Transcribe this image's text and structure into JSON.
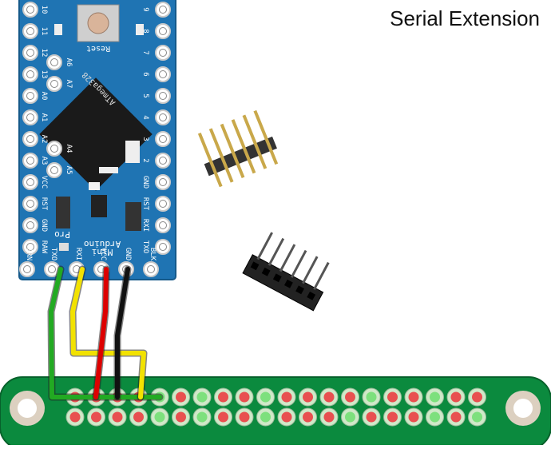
{
  "title": "Serial Extension",
  "board": {
    "name_line1": "Arduino",
    "name_line2": "Pro",
    "name_line3": "Mini",
    "chip": "ATmega328",
    "reset": "Reset",
    "left_pins": [
      "10",
      "11",
      "12",
      "13",
      "A0",
      "A1",
      "A2",
      "A3",
      "VCC",
      "RST",
      "GND",
      "RAW"
    ],
    "right_pins": [
      "9",
      "8",
      "7",
      "6",
      "5",
      "4",
      "3",
      "2",
      "GND",
      "RST",
      "RXI",
      "TXO"
    ],
    "inner_left": [
      "A6",
      "A7"
    ],
    "inner_right": [
      "A4",
      "A5"
    ],
    "bottom_pins": [
      "GRN",
      "TXO",
      "RXI",
      "VCC",
      "GND",
      "BLK"
    ]
  },
  "wires": [
    {
      "name": "green",
      "color": "#22aa22"
    },
    {
      "name": "yellow",
      "color": "#f2e200"
    },
    {
      "name": "red",
      "color": "#dd0000"
    },
    {
      "name": "black",
      "color": "#111111"
    }
  ],
  "colors": {
    "board": "#1f74b3",
    "header_board": "#0b8a3e",
    "pin_red": "#e85050",
    "pin_green": "#7de07d"
  }
}
